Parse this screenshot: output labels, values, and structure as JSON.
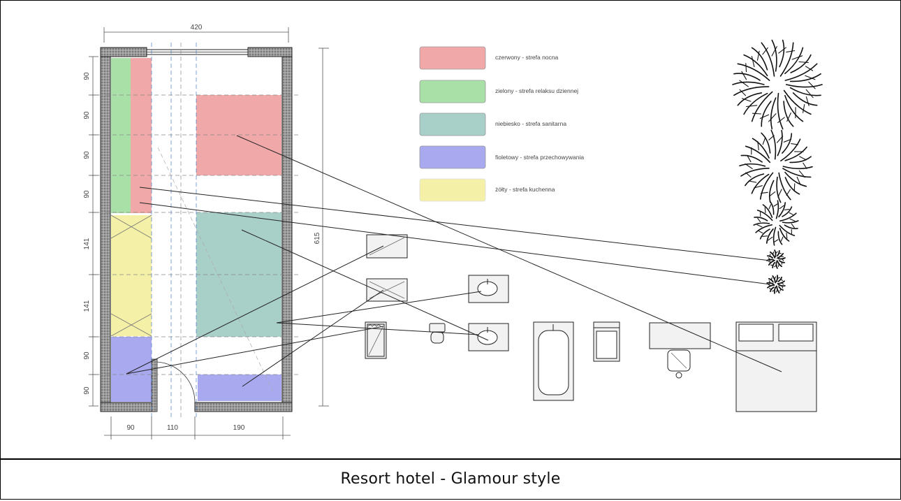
{
  "caption": "Resort hotel - Glamour style",
  "dimensions": {
    "top_width": "420",
    "right_height": "615",
    "bottom": [
      "90",
      "110",
      "190"
    ],
    "left": [
      "90",
      "90",
      "90",
      "90",
      "141",
      "141",
      "90",
      "90"
    ]
  },
  "legend": [
    {
      "label": "czerwony - strefa nocna",
      "color": "#f0a8a8"
    },
    {
      "label": "zielony - strefa relaksu dziennej",
      "color": "#a8e0a8"
    },
    {
      "label": "niebiesko - strefa sanitarna",
      "color": "#a9cfc9"
    },
    {
      "label": "fioletowy - strefa przechowywania",
      "color": "#a9a9f0"
    },
    {
      "label": "żółty - strefa kuchenna",
      "color": "#f5f0a8"
    }
  ],
  "colors": {
    "night": "#f0a8a8",
    "relax": "#a8e0a8",
    "sanitary": "#a9cfc9",
    "storage": "#a9a9f0",
    "kitchen": "#f5f0a8"
  }
}
